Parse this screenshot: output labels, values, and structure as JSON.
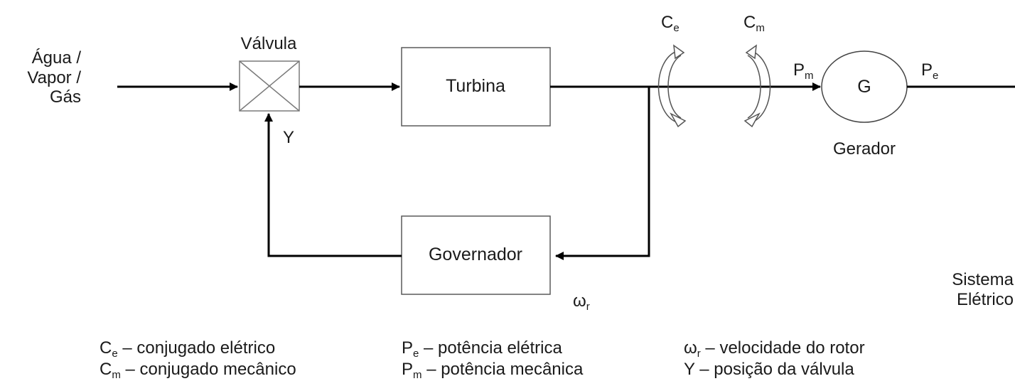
{
  "diagram": {
    "input_lines": [
      "Água /",
      "Vapor /",
      "Gás"
    ],
    "valve_label": "Válvula",
    "valve_output": "Y",
    "turbine": "Turbina",
    "governor": "Governador",
    "omega": {
      "symbol": "ω",
      "sub": "r"
    },
    "torque_e": {
      "symbol": "C",
      "sub": "e"
    },
    "torque_m": {
      "symbol": "C",
      "sub": "m"
    },
    "power_m": {
      "symbol": "P",
      "sub": "m"
    },
    "power_e": {
      "symbol": "P",
      "sub": "e"
    },
    "generator_symbol": "G",
    "generator_label": "Gerador",
    "system_lines": [
      "Sistema",
      "Elétrico"
    ]
  },
  "legend": {
    "col1": [
      {
        "symbol": "C",
        "sub": "e",
        "text": "– conjugado elétrico"
      },
      {
        "symbol": "C",
        "sub": "m",
        "text": "– conjugado mecânico"
      }
    ],
    "col2": [
      {
        "symbol": "P",
        "sub": "e",
        "text": "– potência elétrica"
      },
      {
        "symbol": "P",
        "sub": "m",
        "text": "– potência mecânica"
      }
    ],
    "col3": [
      {
        "symbol": "ω",
        "sub": "r",
        "text": "– velocidade do rotor"
      },
      {
        "symbol": "Y",
        "sub": "",
        "text": "– posição da válvula"
      }
    ]
  }
}
